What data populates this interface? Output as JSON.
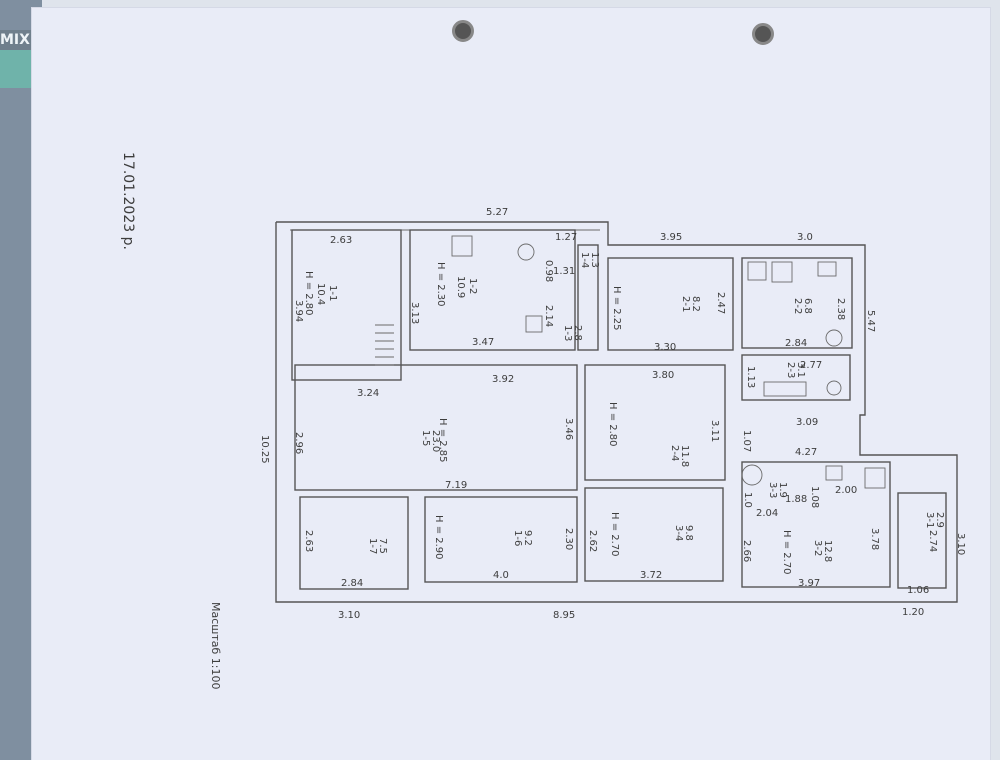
{
  "document": {
    "date": "17.01.2023 р.",
    "scale": "Масштаб 1:100",
    "brand_fragment": "MIX"
  },
  "dimensions_outer": {
    "top_left": "5.27",
    "top_mid": "3.95",
    "top_right": "3.0",
    "left_total": "10.25",
    "bottom_total": "8.95",
    "bottom_left": "3.10",
    "bottom_right": "1.20",
    "right_side": "5.47",
    "right_low": "3.10",
    "mid_right": "4.27"
  },
  "rooms": [
    {
      "id": "1-1",
      "area": "10.4",
      "h": "Н = 2.80",
      "w": "2.63",
      "d": "3.94"
    },
    {
      "id": "1-2",
      "area": "10.9",
      "h": "Н = 2.30",
      "w": "3.47",
      "d": "3.13"
    },
    {
      "id": "1-3",
      "area": "2.8"
    },
    {
      "id": "1-4",
      "area": "1.3"
    },
    {
      "id": "1-5",
      "area": "23.0",
      "h": "Н = 2.85",
      "w": "3.92",
      "d": "3.46"
    },
    {
      "id": "1-6",
      "area": "9.2",
      "h": "Н = 2.90",
      "w": "4.0",
      "d": "2.30"
    },
    {
      "id": "1-7",
      "area": "7.5",
      "w": "2.84",
      "d": "2.63"
    },
    {
      "id": "2-1",
      "area": "8.2",
      "h": "Н = 2.25",
      "w": "3.30",
      "d": "2.47"
    },
    {
      "id": "2-2",
      "area": "6.8",
      "w": "2.84",
      "d": "2.38"
    },
    {
      "id": "2-3",
      "area": "3.1",
      "w": "2.77",
      "d": "1.13"
    },
    {
      "id": "2-4",
      "area": "11.8",
      "h": "Н = 2.80",
      "w": "3.80",
      "d": "3.11"
    },
    {
      "id": "3-1",
      "area": "2.9",
      "w": "1.06",
      "d": "2.74"
    },
    {
      "id": "3-2",
      "area": "12.8",
      "h": "Н = 2.70",
      "w": "3.97",
      "d": "3.78"
    },
    {
      "id": "3-3",
      "area": "1.9",
      "w": "1.0"
    },
    {
      "id": "3-4",
      "area": "9.8",
      "h": "Н = 2.70",
      "w": "3.72",
      "d": "2.62"
    }
  ],
  "misc_dims": [
    "1.27",
    "0.98",
    "1.31",
    "2.14",
    "3.24",
    "2.96",
    "7.19",
    "3.09",
    "1.07",
    "1.08",
    "2.00",
    "1.88",
    "2.04",
    "2.66",
    "3.10"
  ]
}
